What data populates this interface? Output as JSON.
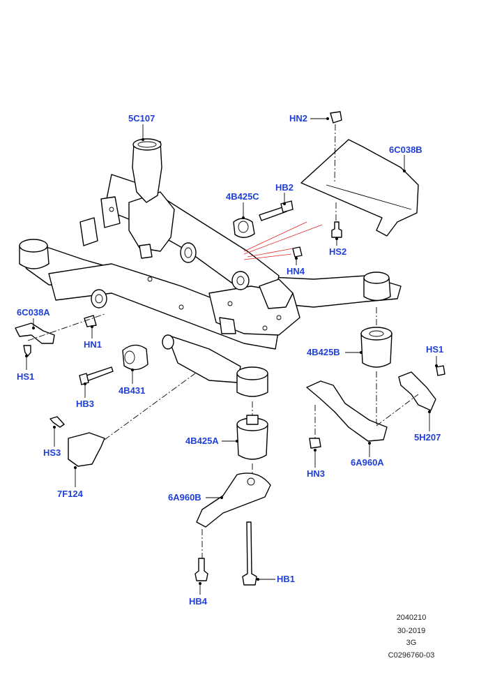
{
  "callouts": {
    "c5C107": "5C107",
    "cHN2": "HN2",
    "c6C038B": "6C038B",
    "c4B425C": "4B425C",
    "cHB2": "HB2",
    "cHS2": "HS2",
    "cHN4": "HN4",
    "c6C038A": "6C038A",
    "cHN1": "HN1",
    "cHS1_left": "HS1",
    "cHB3": "HB3",
    "c4B431": "4B431",
    "c4B425B": "4B425B",
    "cHS1_right": "HS1",
    "c5H207": "5H207",
    "cHS3": "HS3",
    "c4B425A": "4B425A",
    "cHN3": "HN3",
    "c6A960A": "6A960A",
    "c7F124": "7F124",
    "c6A960B": "6A960B",
    "cHB1": "HB1",
    "cHB4": "HB4"
  },
  "footer": {
    "line1": "2040210",
    "line2": "30-2019",
    "line3": "3G",
    "line4": "C0296760-03"
  }
}
